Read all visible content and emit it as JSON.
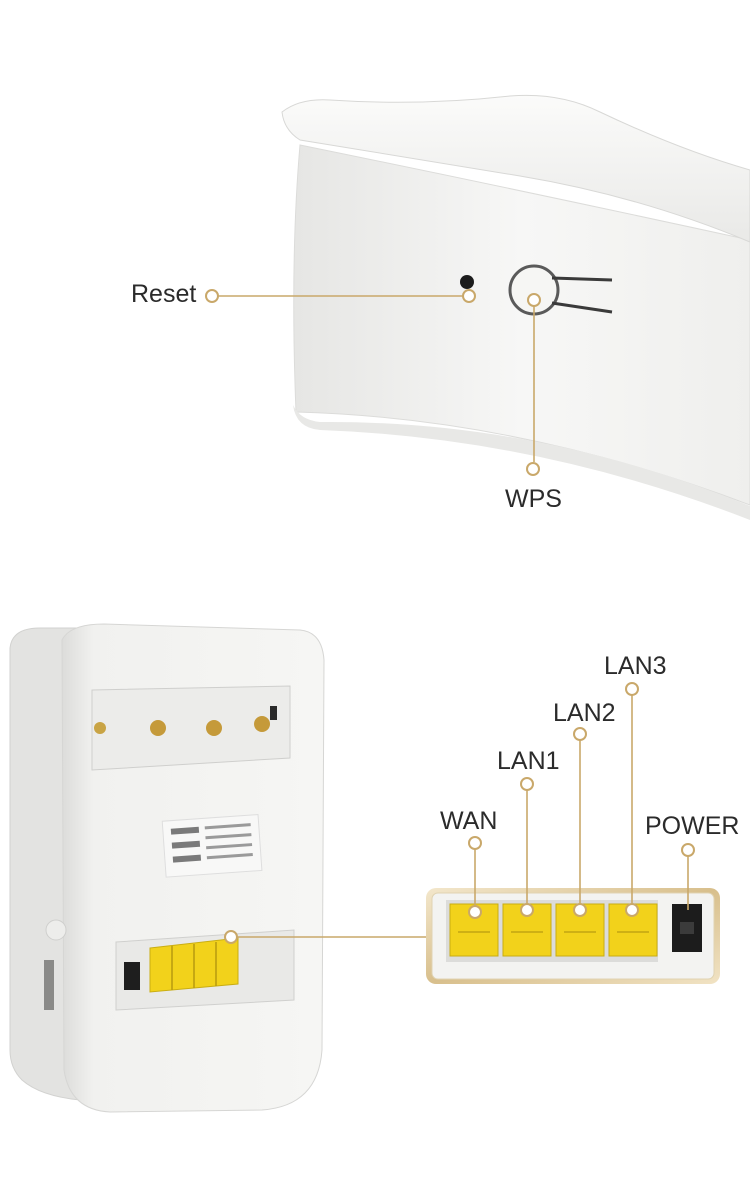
{
  "colors": {
    "callout_gold": "#c9a86a",
    "port_yellow": "#f2d21b",
    "device_white": "#f4f4f2",
    "text_dark": "#2b2b2b"
  },
  "top_section": {
    "reset_label": "Reset",
    "wps_label": "WPS"
  },
  "bottom_section": {
    "wan_label": "WAN",
    "lan1_label": "LAN1",
    "lan2_label": "LAN2",
    "lan3_label": "LAN3",
    "power_label": "POWER"
  }
}
